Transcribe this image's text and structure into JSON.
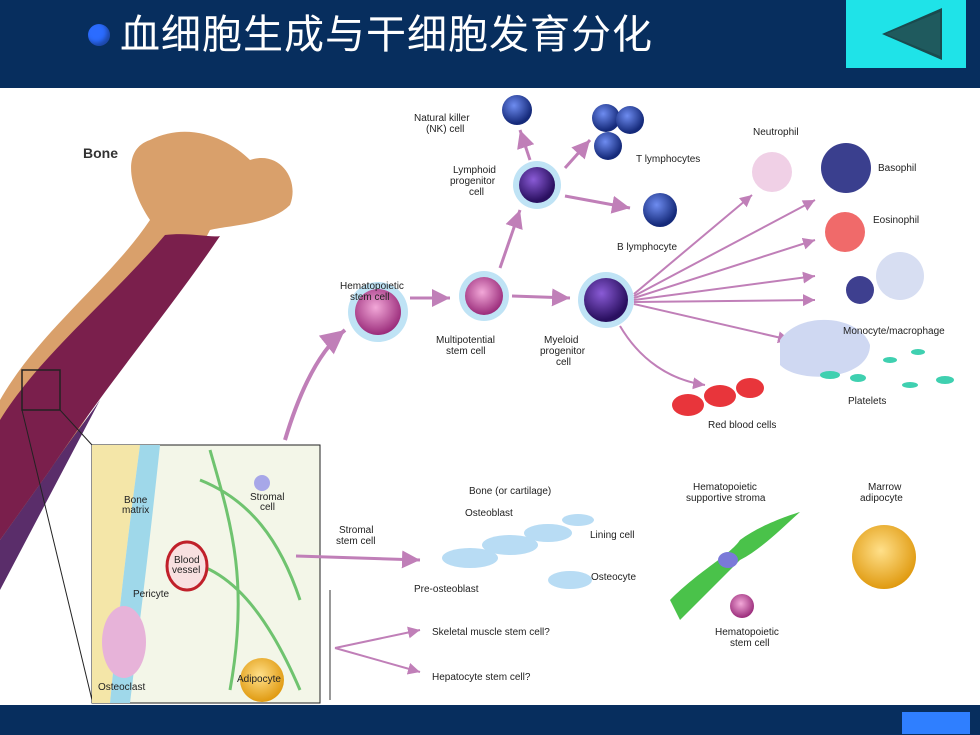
{
  "slide": {
    "title": "血细胞生成与干细胞发育分化"
  },
  "colors": {
    "header_bg": "#072e5e",
    "bullet": "#2b6cff",
    "nav_button": "#1fe3e8",
    "footer_button": "#2f7fff"
  },
  "icons": {
    "back": "back-triangle-icon",
    "bullet": "bullet-dot-icon"
  },
  "labels": {
    "bone": "Bone",
    "nk_1": "Natural killer",
    "nk_2": "(NK) cell",
    "t_lymph": "T lymphocytes",
    "lymphoid_1": "Lymphoid",
    "lymphoid_2": "progenitor",
    "lymphoid_3": "cell",
    "b_lymph": "B lymphocyte",
    "hsc_1": "Hematopoietic",
    "hsc_2": "stem cell",
    "multi_1": "Multipotential",
    "multi_2": "stem cell",
    "myeloid_1": "Myeloid",
    "myeloid_2": "progenitor",
    "myeloid_3": "cell",
    "neutrophil": "Neutrophil",
    "basophil": "Basophil",
    "eosinophil": "Eosinophil",
    "monocyte": "Monocyte/macrophage",
    "platelets": "Platelets",
    "rbc": "Red blood cells",
    "bone_matrix_1": "Bone",
    "bone_matrix_2": "matrix",
    "stromal_1": "Stromal",
    "stromal_2": "cell",
    "blood_vessel_1": "Blood",
    "blood_vessel_2": "vessel",
    "pericyte": "Pericyte",
    "osteoclast": "Osteoclast",
    "adipocyte": "Adipocyte",
    "stromal_stem_1": "Stromal",
    "stromal_stem_2": "stem cell",
    "bone_cart": "Bone (or cartilage)",
    "osteoblast": "Osteoblast",
    "lining": "Lining cell",
    "osteocyte": "Osteocyte",
    "pre_osteo": "Pre-osteoblast",
    "skeletal": "Skeletal muscle stem cell?",
    "hepatocyte": "Hepatocyte stem cell?",
    "hss_1": "Hematopoietic",
    "hss_2": "supportive stroma",
    "marrow_1": "Marrow",
    "marrow_2": "adipocyte",
    "hsc2_1": "Hematopoietic",
    "hsc2_2": "stem cell"
  }
}
